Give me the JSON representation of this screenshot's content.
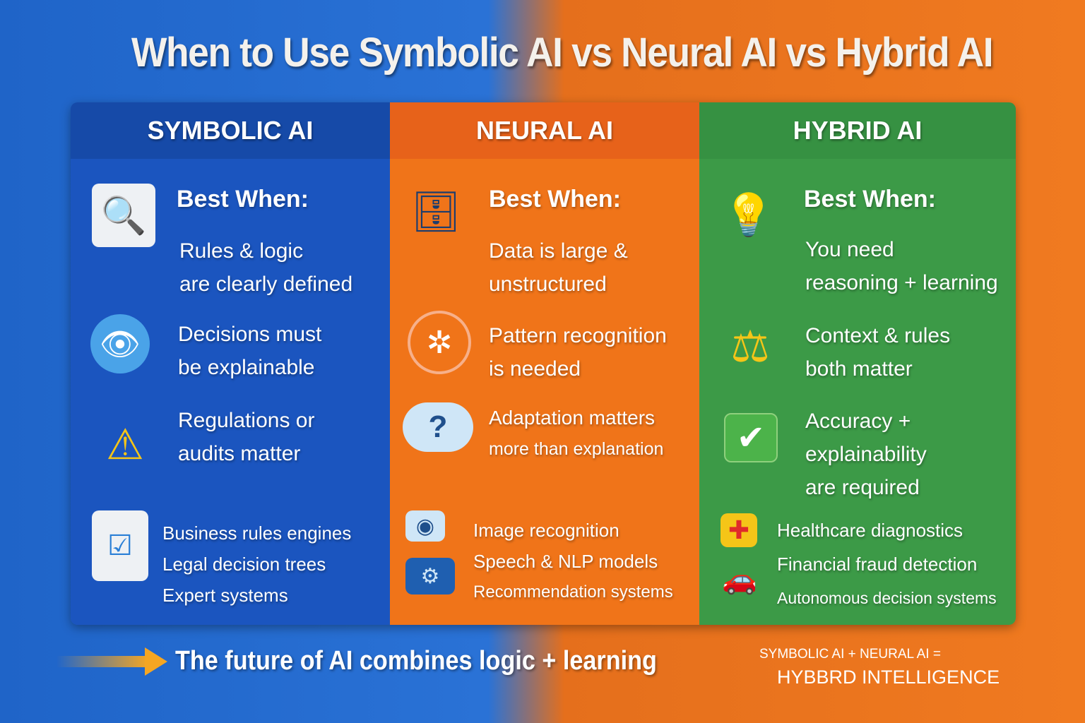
{
  "title": "When to Use Symbolic AI vs Neural AI vs Hybrid AI",
  "colors": {
    "symbolic": "#1b55bf",
    "neural": "#f07419",
    "hybrid": "#3c9a47",
    "arrow": "#f5a623"
  },
  "columns": [
    {
      "header": "SYMBOLIC AI",
      "best_when": "Best When:",
      "items": [
        {
          "icon": "checklist-magnifier-icon",
          "lines": [
            "Rules & logic",
            "are clearly defined"
          ]
        },
        {
          "icon": "eye-icon",
          "lines": [
            "Decisions must",
            "be explainable"
          ]
        },
        {
          "icon": "documents-warning-icon",
          "lines": [
            "Regulations or",
            "audits matter"
          ]
        }
      ],
      "examples_icon": "documents-icon",
      "examples": [
        "Business rules engines",
        "Legal decision trees",
        "Expert systems"
      ]
    },
    {
      "header": "NEURAL AI",
      "best_when": "Best When:",
      "items": [
        {
          "icon": "database-chart-icon",
          "lines": [
            "Data is large &",
            "unstructured"
          ]
        },
        {
          "icon": "network-sphere-icon",
          "lines": [
            "Pattern recognition",
            "is needed"
          ]
        },
        {
          "icon": "cloud-question-icon",
          "lines": [
            "Adaptation matters",
            "more than explanation"
          ]
        }
      ],
      "examples_icons": [
        "camera-icon",
        "monitor-hand-icon"
      ],
      "examples": [
        "Image recognition",
        "Speech & NLP models",
        "Recommendation systems"
      ]
    },
    {
      "header": "HYBRID AI",
      "best_when": "Best When:",
      "items": [
        {
          "icon": "lightbulb-gears-icon",
          "lines": [
            "You need",
            "reasoning + learning"
          ]
        },
        {
          "icon": "scales-icon",
          "lines": [
            "Context & rules",
            "both matter"
          ]
        },
        {
          "icon": "checkmark-icon",
          "lines": [
            "Accuracy +",
            "explainability",
            "are required"
          ]
        }
      ],
      "examples_icons": [
        "medical-kit-icon",
        "car-icon"
      ],
      "examples": [
        "Healthcare diagnostics",
        "Financial fraud detection",
        "Autonomous decision systems"
      ]
    }
  ],
  "footer": {
    "text": "The future of AI combines logic + learning",
    "equation_line1": "SYMBOLIC AI  + NEURAL AI =",
    "equation_line2": "HYBBRD INTELLIGENCE"
  }
}
